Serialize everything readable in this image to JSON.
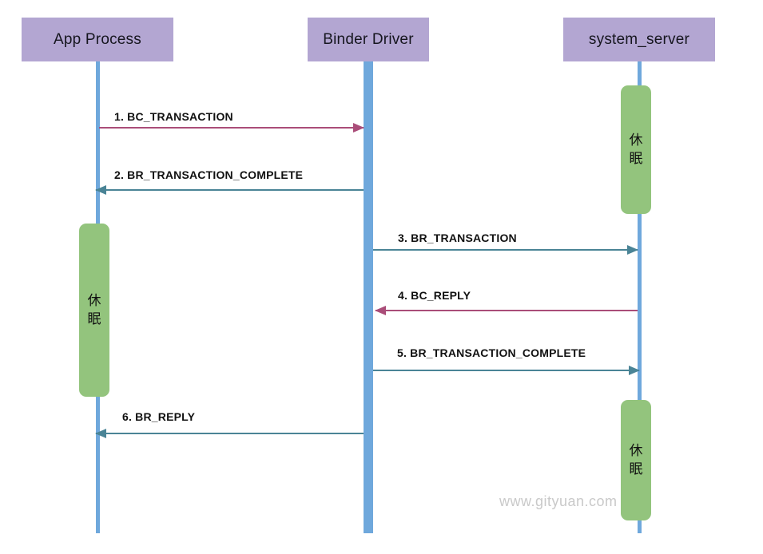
{
  "diagram": {
    "watermark": "www.gityuan.com",
    "colors": {
      "lifeline_header_fill": "#b3a6d2",
      "lifeline_bar": "#6fa8dc",
      "sleep_box_fill": "#93c47d",
      "command_arrow": "#aa4d79",
      "return_arrow": "#4a8496",
      "label_text": "#111111",
      "watermark_text": "#c9c9c9"
    },
    "lifelines": [
      {
        "label": "App Process"
      },
      {
        "label": "Binder Driver"
      },
      {
        "label": "system_server"
      }
    ],
    "messages": [
      {
        "label": "1. BC_TRANSACTION",
        "from": "App Process",
        "to": "Binder Driver",
        "color": "#aa4d79"
      },
      {
        "label": "2. BR_TRANSACTION_COMPLETE",
        "from": "Binder Driver",
        "to": "App Process",
        "color": "#4a8496"
      },
      {
        "label": "3. BR_TRANSACTION",
        "from": "Binder Driver",
        "to": "system_server",
        "color": "#4a8496"
      },
      {
        "label": "4. BC_REPLY",
        "from": "system_server",
        "to": "Binder Driver",
        "color": "#aa4d79"
      },
      {
        "label": "5. BR_TRANSACTION_COMPLETE",
        "from": "Binder Driver",
        "to": "system_server",
        "color": "#4a8496"
      },
      {
        "label": "6. BR_REPLY",
        "from": "Binder Driver",
        "to": "App Process",
        "color": "#4a8496"
      }
    ],
    "sleep_boxes": [
      {
        "lifeline": "system_server",
        "label": "休眠"
      },
      {
        "lifeline": "App Process",
        "label": "休眠"
      },
      {
        "lifeline": "system_server",
        "label": "休眠"
      }
    ]
  }
}
